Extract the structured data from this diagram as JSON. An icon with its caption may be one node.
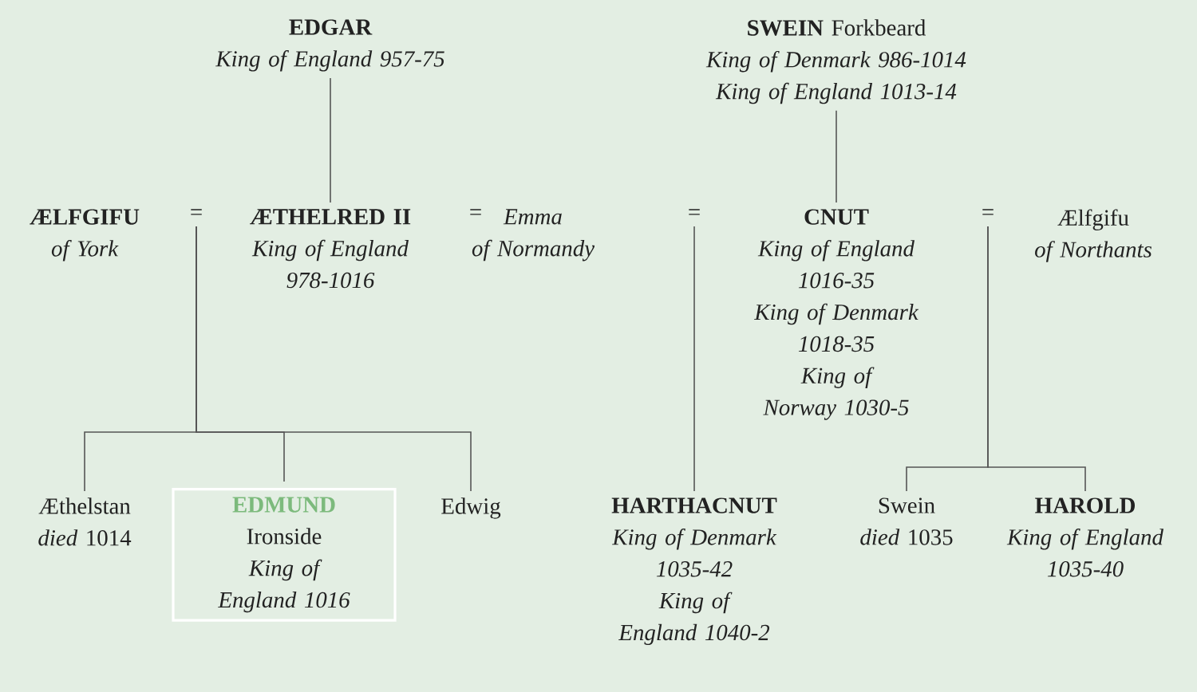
{
  "diagram": {
    "nodes": [
      {
        "text": [
          "EDGAR",
          "King of England 957-75"
        ]
      },
      {
        "text": [
          "**SWEIN** Forkbeard",
          "King of Denmark 986-1014",
          "King of England 1013-14"
        ]
      },
      {
        "text": [
          "ÆLFGIFU",
          "of York"
        ]
      },
      {
        "text": [
          "="
        ]
      },
      {
        "text": [
          "ÆTHELRED II",
          "King of England 978-1016"
        ]
      },
      {
        "text": [
          "="
        ]
      },
      {
        "text": [
          "Emma",
          "of Normandy"
        ]
      },
      {
        "text": [
          "="
        ]
      },
      {
        "text": [
          "CNUT",
          "King of England 1016-35",
          "King of Denmark 1018-35",
          "King of Norway 1030-5"
        ]
      },
      {
        "text": [
          "="
        ]
      },
      {
        "text": [
          "Ælfgifu",
          "of Northants"
        ]
      },
      {
        "text": [
          "Æthelstan",
          "*died* 1014"
        ]
      },
      {
        "text": [
          "EDMUND",
          "Ironside",
          "King of England 1016"
        ]
      },
      {
        "text": [
          "Edwig"
        ]
      },
      {
        "text": [
          "HARTHACNUT",
          "King of Denmark 1035-42",
          "King of England 1040-2"
        ]
      },
      {
        "text": [
          "Swein",
          "*died* 1035"
        ]
      },
      {
        "text": [
          "HAROLD",
          "King of England 1035-40"
        ]
      }
    ],
    "edges": [
      {
        "from": 0,
        "to": 4,
        "arrow": "none"
      },
      {
        "from": 1,
        "to": 8,
        "arrow": "none"
      },
      {
        "from": 3,
        "to": 11,
        "arrow": "none"
      },
      {
        "from": 3,
        "to": 12,
        "arrow": "none"
      },
      {
        "from": 3,
        "to": 13,
        "arrow": "none"
      },
      {
        "from": 7,
        "to": 14,
        "arrow": "none"
      },
      {
        "from": 9,
        "to": 15,
        "arrow": "none"
      },
      {
        "from": 9,
        "to": 16,
        "arrow": "none"
      }
    ]
  }
}
